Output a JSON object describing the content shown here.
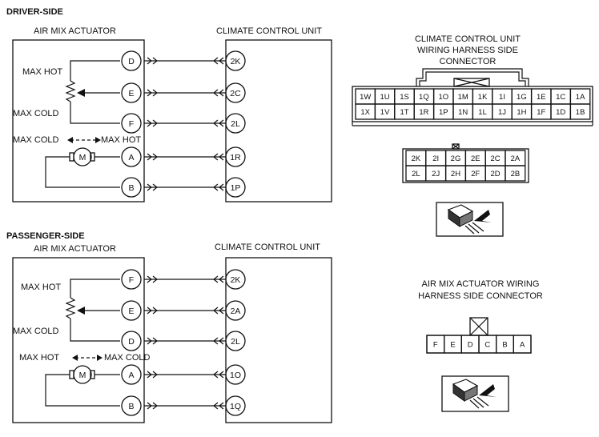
{
  "driver": {
    "title": "DRIVER-SIDE",
    "actuator_label": "AIR MIX ACTUATOR",
    "unit_label": "CLIMATE CONTROL UNIT",
    "max_hot": "MAX HOT",
    "max_cold": "MAX COLD",
    "motor_left": "MAX COLD",
    "motor_right": "MAX HOT",
    "motor": "M",
    "actuator_pins": [
      "D",
      "E",
      "F",
      "A",
      "B"
    ],
    "unit_pins": [
      "2K",
      "2C",
      "2L",
      "1R",
      "1P"
    ]
  },
  "passenger": {
    "title": "PASSENGER-SIDE",
    "actuator_label": "AIR MIX ACTUATOR",
    "unit_label": "CLIMATE CONTROL UNIT",
    "max_hot": "MAX HOT",
    "max_cold": "MAX COLD",
    "motor_left": "MAX HOT",
    "motor_right": "MAX COLD",
    "motor": "M",
    "actuator_pins": [
      "F",
      "E",
      "D",
      "A",
      "B"
    ],
    "unit_pins": [
      "2K",
      "2A",
      "2L",
      "1O",
      "1Q"
    ]
  },
  "ccu_connector": {
    "title_lines": [
      "CLIMATE CONTROL UNIT",
      "WIRING HARNESS SIDE",
      "CONNECTOR"
    ],
    "row1": [
      "1W",
      "1U",
      "1S",
      "1Q",
      "1O",
      "1M",
      "1K",
      "1I",
      "1G",
      "1E",
      "1C",
      "1A"
    ],
    "row2": [
      "1X",
      "1V",
      "1T",
      "1R",
      "1P",
      "1N",
      "1L",
      "1J",
      "1H",
      "1F",
      "1D",
      "1B"
    ],
    "small_row1": [
      "2K",
      "2I",
      "2G",
      "2E",
      "2C",
      "2A"
    ],
    "small_row2": [
      "2L",
      "2J",
      "2H",
      "2F",
      "2D",
      "2B"
    ]
  },
  "actuator_connector": {
    "title_lines": [
      "AIR MIX ACTUATOR WIRING",
      "HARNESS SIDE CONNECTOR"
    ],
    "cells": [
      "F",
      "E",
      "D",
      "C",
      "B",
      "A"
    ]
  }
}
